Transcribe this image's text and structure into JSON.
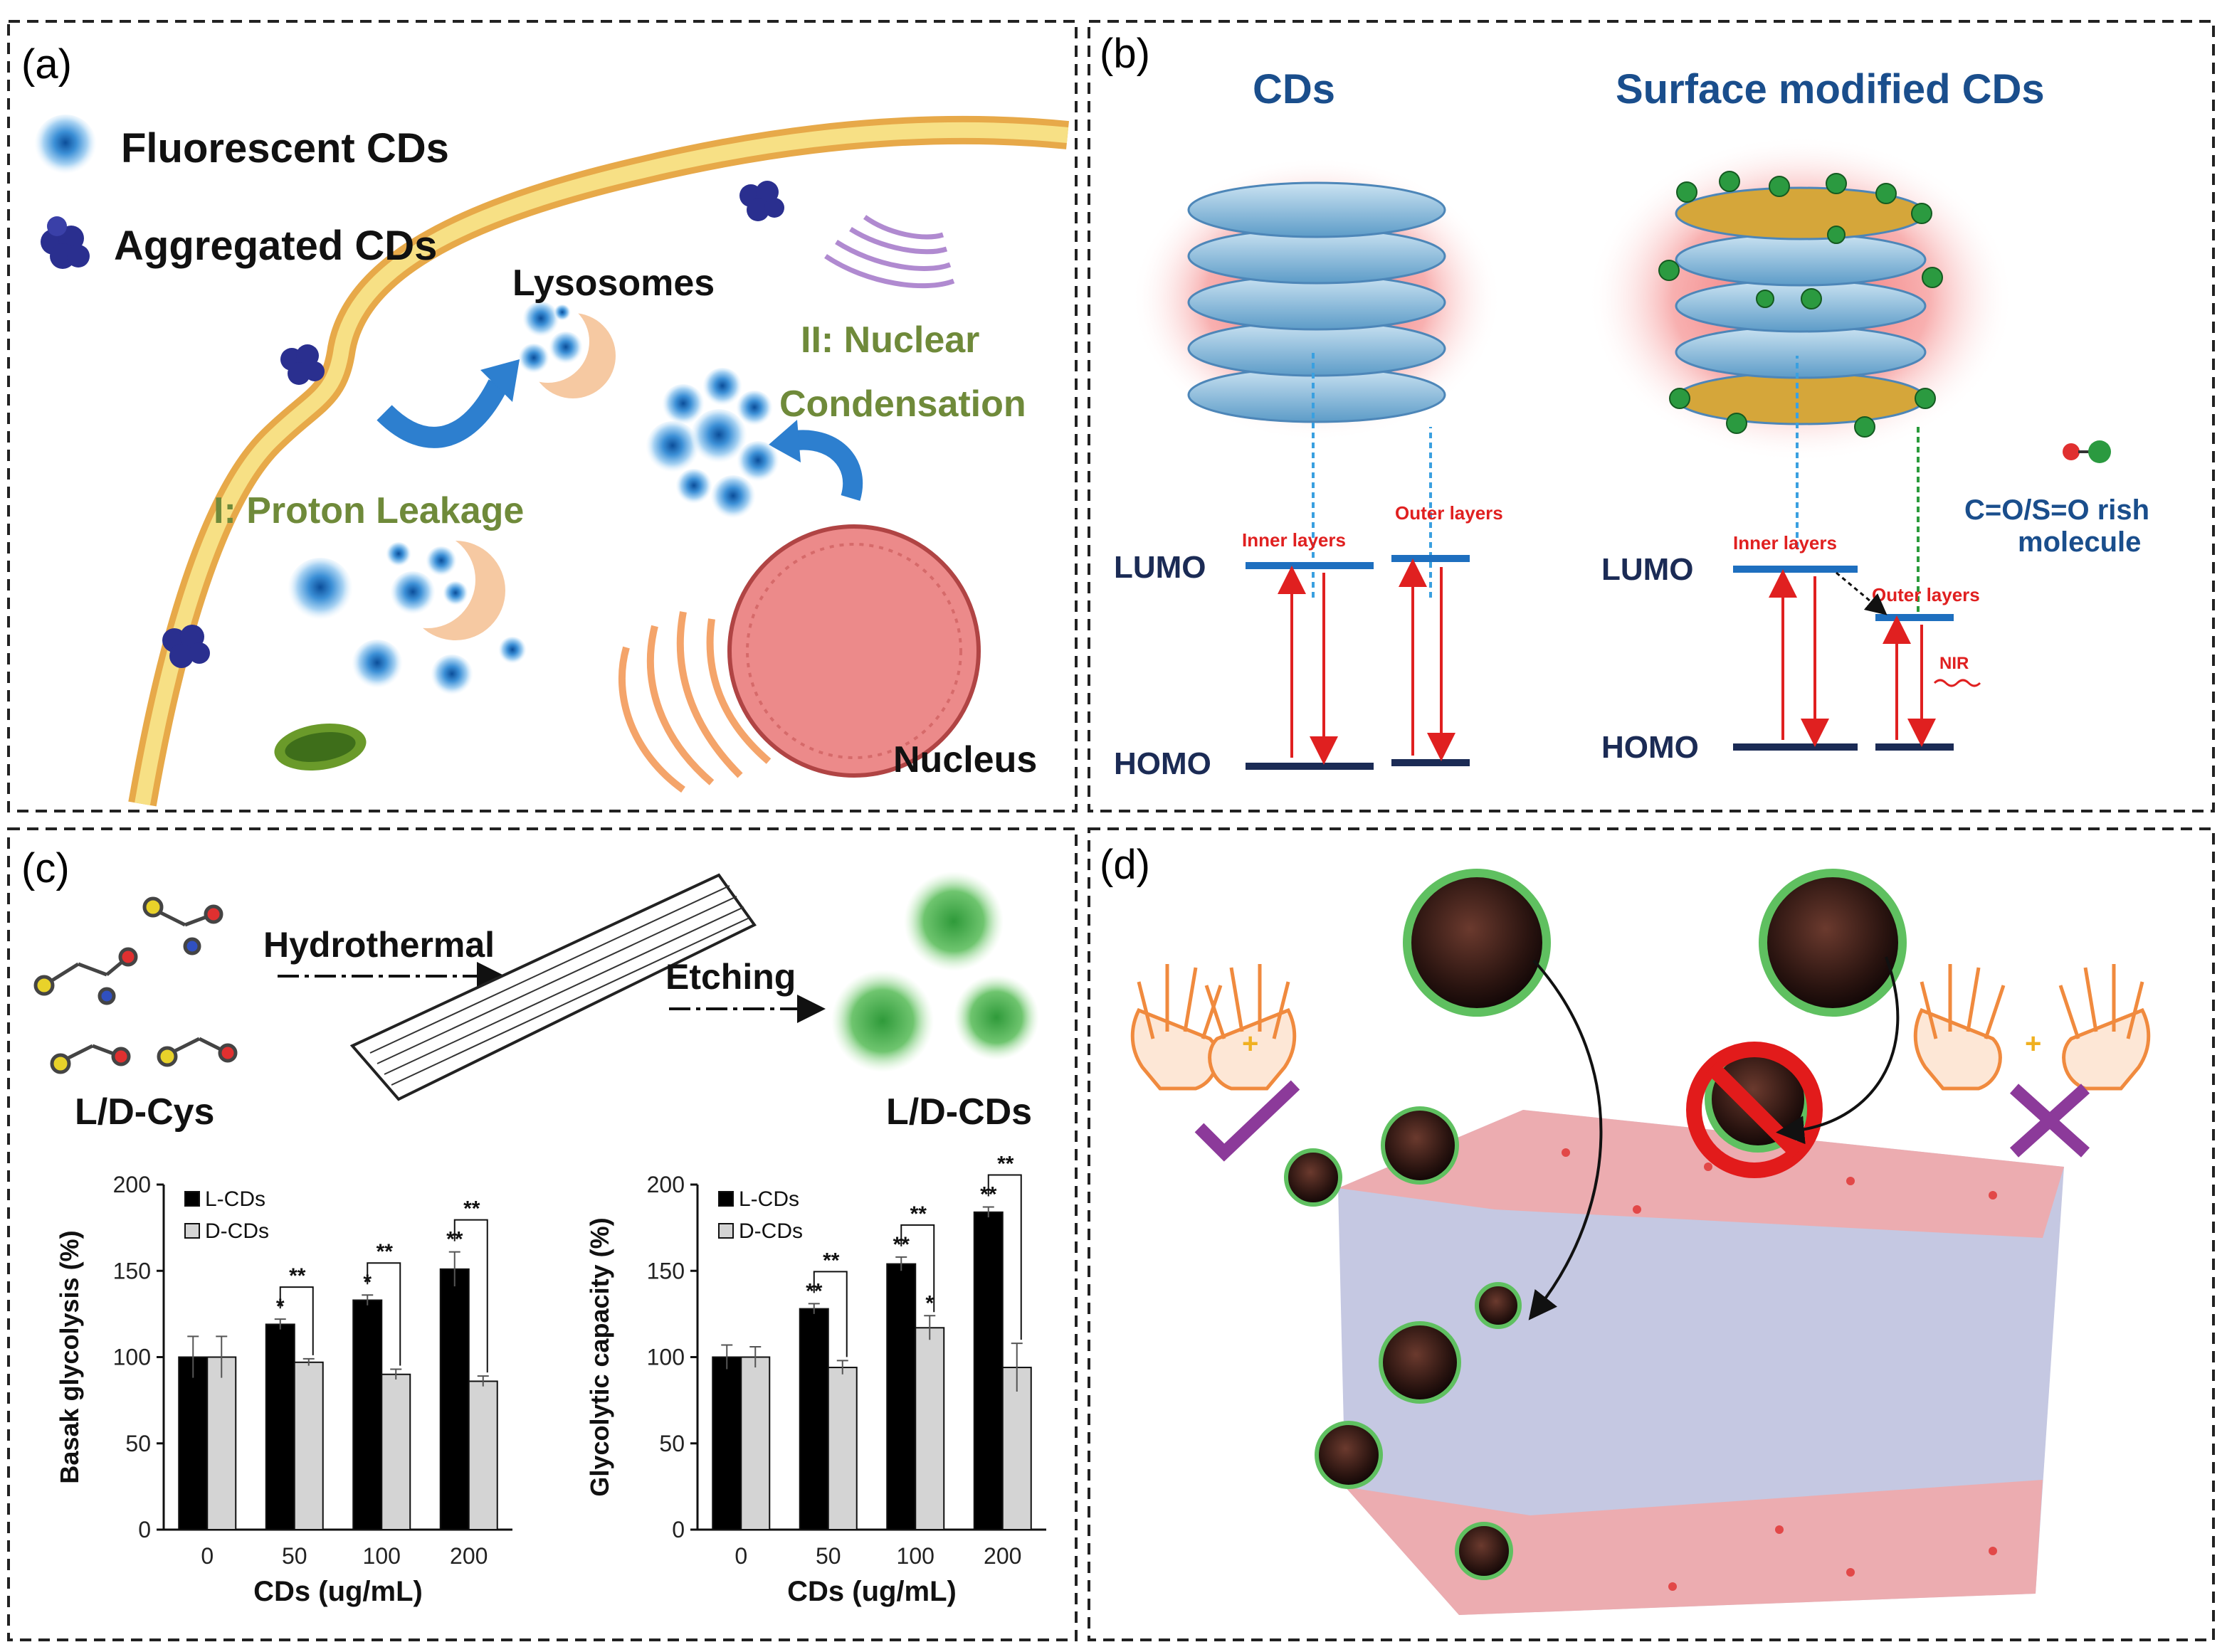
{
  "panels": {
    "a": {
      "label": "(a)",
      "legend": [
        "Fluorescent CDs",
        "Aggregated CDs"
      ],
      "lysosomes": "Lysosomes",
      "nuclear_1": "II: Nuclear",
      "nuclear_2": "Condensation",
      "proton": "I: Proton Leakage",
      "nucleus": "Nucleus"
    },
    "b": {
      "label": "(b)",
      "title_left": "CDs",
      "title_right": "Surface modified CDs",
      "lumo": "LUMO",
      "homo": "HOMO",
      "inner": "Inner layers",
      "outer": "Outer layers",
      "nir": "NIR",
      "molecule_1": "C=O/S=O rish",
      "molecule_2": "molecule"
    },
    "c": {
      "label": "(c)",
      "hydrothermal": "Hydrothermal",
      "etching": "Etching",
      "ld_cys": "L/D-Cys",
      "ld_cds": "L/D-CDs"
    },
    "d": {
      "label": "(d)"
    }
  },
  "chart_data": [
    {
      "type": "bar",
      "categories": [
        "0",
        "50",
        "100",
        "200"
      ],
      "xlabel": "CDs (ug/mL)",
      "ylabel": "Basak glycolysis (%)",
      "ylim": [
        0,
        200
      ],
      "yticks": [
        "0",
        "50",
        "100",
        "150",
        "200"
      ],
      "series": [
        {
          "name": "L-CDs",
          "color": "#000000",
          "values": [
            100,
            119,
            133,
            151
          ],
          "err": [
            12,
            3,
            3,
            10
          ]
        },
        {
          "name": "D-CDs",
          "color": "#d4d4d4",
          "values": [
            100,
            97,
            90,
            86
          ],
          "err": [
            12,
            2,
            3,
            3
          ]
        }
      ],
      "annotations_l": [
        "",
        "*",
        "*",
        "**"
      ],
      "annotations_pair": [
        "",
        "**",
        "**",
        "**"
      ]
    },
    {
      "type": "bar",
      "categories": [
        "0",
        "50",
        "100",
        "200"
      ],
      "xlabel": "CDs (ug/mL)",
      "ylabel": "Glycolytic capacity (%)",
      "ylim": [
        0,
        200
      ],
      "yticks": [
        "0",
        "50",
        "100",
        "150",
        "200"
      ],
      "series": [
        {
          "name": "L-CDs",
          "color": "#000000",
          "values": [
            100,
            128,
            154,
            184
          ],
          "err": [
            7,
            3,
            4,
            3
          ]
        },
        {
          "name": "D-CDs",
          "color": "#d4d4d4",
          "values": [
            100,
            94,
            117,
            94
          ],
          "err": [
            6,
            4,
            7,
            14
          ]
        }
      ],
      "annotations_l": [
        "",
        "**",
        "**",
        "**"
      ],
      "annotations_d": [
        "",
        "",
        "*",
        ""
      ],
      "annotations_pair": [
        "",
        "**",
        "**",
        "**"
      ]
    }
  ]
}
